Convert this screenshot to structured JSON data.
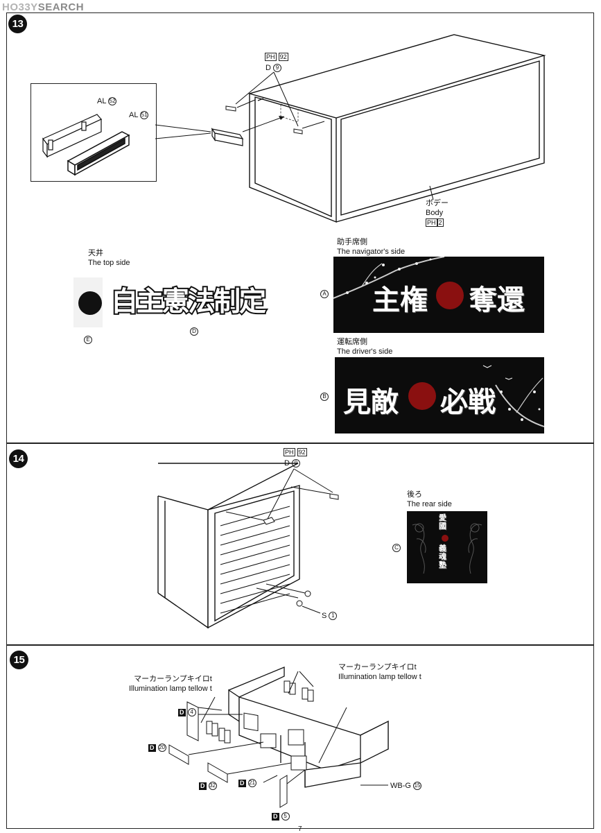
{
  "watermark": {
    "brand": "HO33Y",
    "suffix": "SEARCH"
  },
  "step13": {
    "number": "13",
    "inset": {
      "part_al52": "AL",
      "part_al52_no": "52",
      "part_al51": "AL",
      "part_al51_no": "51"
    },
    "callout_top": {
      "tag": "PH",
      "tag_no": "92",
      "part": "D",
      "part_no": "9"
    },
    "body_label": {
      "jp": "ボデー",
      "en": "Body",
      "tag": "PH",
      "tag_no": "2"
    },
    "top_side": {
      "jp": "天井",
      "en": "The top side",
      "mark_e": "E",
      "mark_d": "D",
      "decal_text": "自主憲法制定"
    },
    "navigator": {
      "jp": "助手席側",
      "en": "The navigator's side",
      "mark": "A",
      "left_text": "主権",
      "right_text": "奪還"
    },
    "driver": {
      "jp": "運転席側",
      "en": "The driver's side",
      "mark": "B",
      "left_text": "見敵",
      "right_text": "必戦"
    }
  },
  "step14": {
    "number": "14",
    "callout_top": {
      "tag": "PH",
      "tag_no": "92",
      "part": "D",
      "part_no": "9"
    },
    "part_s": {
      "part": "S",
      "part_no": "1"
    },
    "rear": {
      "jp": "後ろ",
      "en": "The rear side",
      "mark": "C",
      "top_text": "愛國",
      "bottom_text": "義魂塾"
    }
  },
  "step15": {
    "number": "15",
    "lamp_left": {
      "jp": "マーカーランプキイロt",
      "en": "Illumination lamp tellow t"
    },
    "lamp_right": {
      "jp": "マーカーランプキイロt",
      "en": "Illumination lamp tellow t"
    },
    "parts": [
      {
        "tag": "D",
        "no": "4"
      },
      {
        "tag": "D",
        "no": "20"
      },
      {
        "tag": "D",
        "no": "32"
      },
      {
        "tag": "D",
        "no": "21"
      },
      {
        "tag": "D",
        "no": "5"
      }
    ],
    "wb": {
      "part": "WB-G",
      "part_no": "15"
    }
  },
  "page_number": "7"
}
